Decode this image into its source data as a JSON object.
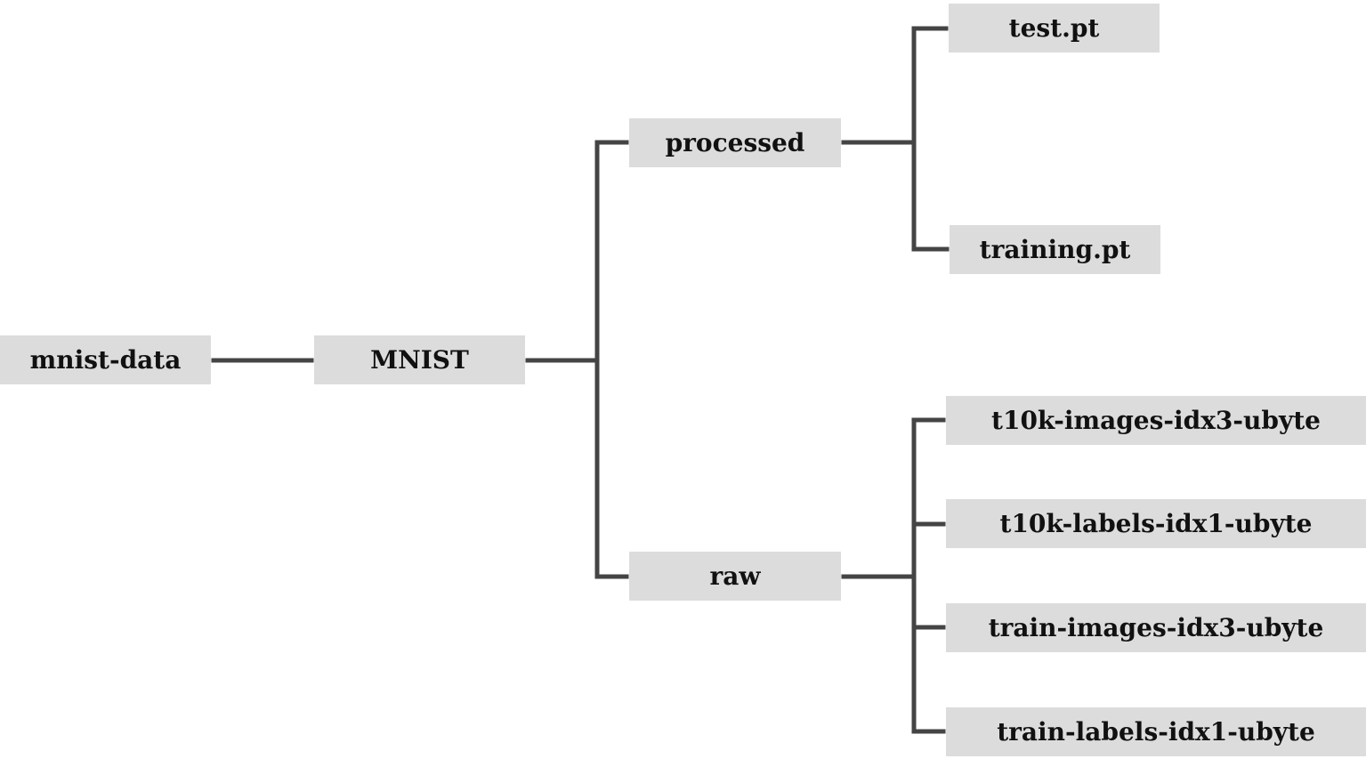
{
  "tree": {
    "root": {
      "label": "mnist-data"
    },
    "dataset": {
      "label": "MNIST"
    },
    "processed": {
      "label": "processed",
      "files": [
        "test.pt",
        "training.pt"
      ]
    },
    "raw": {
      "label": "raw",
      "files": [
        "t10k-images-idx3-ubyte",
        "t10k-labels-idx1-ubyte",
        "train-images-idx3-ubyte",
        "train-labels-idx1-ubyte"
      ]
    }
  },
  "colors": {
    "node_fill": "#dcdcdc",
    "connector": "#444444",
    "text": "#111111"
  }
}
